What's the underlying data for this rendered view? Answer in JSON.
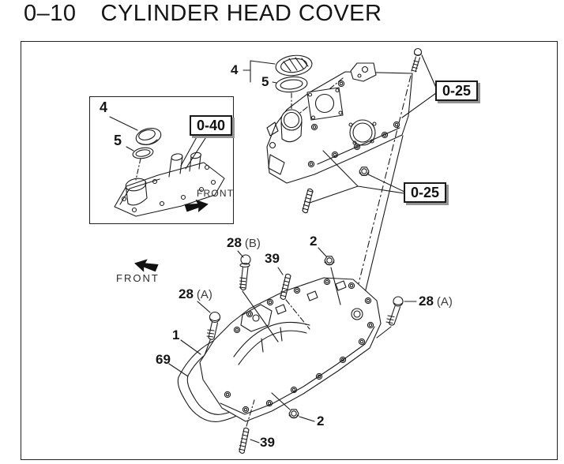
{
  "title": {
    "section": "0–10",
    "text": "CYLINDER HEAD COVER"
  },
  "diagram": {
    "callouts": {
      "upper_torque": "0-25",
      "mid_torque": "0-25",
      "inset_torque": "0-40"
    },
    "front_label_main": "FRONT",
    "inset": {
      "cap": "4",
      "seal": "5",
      "front_label": "FRONT"
    },
    "parts": {
      "oil_filler_cap": "4",
      "seal_ring": "5",
      "bolt_b": "28",
      "bolt_b_variant": "(B)",
      "stud_upper": "39",
      "nut_upper": "2",
      "bolt_a_left": "28",
      "bolt_a_left_variant": "(A)",
      "bolt_a_right": "28",
      "bolt_a_right_variant": "(A)",
      "head_cover": "1",
      "gasket": "69",
      "nut_lower": "2",
      "stud_lower": "39"
    }
  },
  "colors": {
    "line": "#1c1c1c",
    "shadow": "#949494",
    "background": "#ffffff"
  }
}
